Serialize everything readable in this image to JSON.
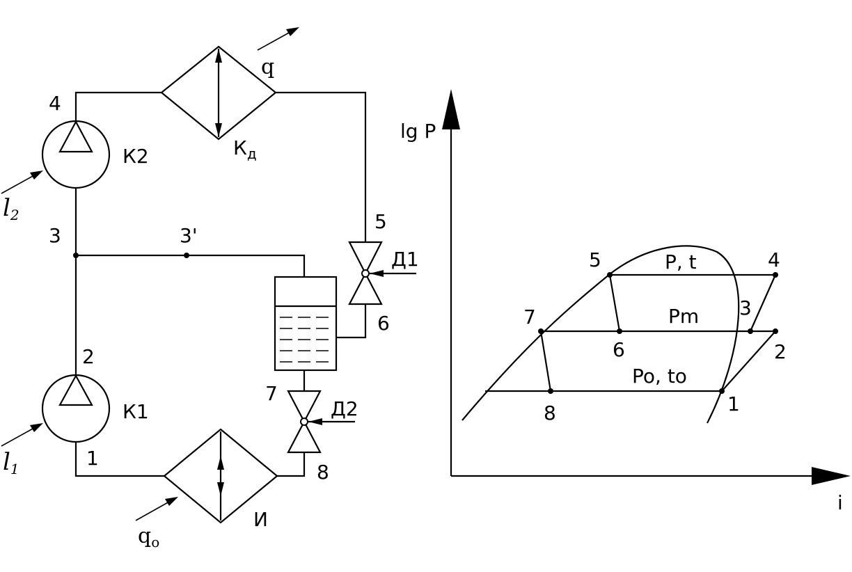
{
  "schematic": {
    "compressor_high": "К2",
    "compressor_low": "К1",
    "condenser_main": "К",
    "condenser_sub": "д",
    "evaporator": "И",
    "valve_1": "Д1",
    "valve_2": "Д2",
    "heat_out_main": "q",
    "heat_in_main": "q",
    "heat_in_sub": "o",
    "work_2_main": "l",
    "work_2_sub": "2",
    "work_1_main": "l",
    "work_1_sub": "1",
    "nodes": {
      "n1": "1",
      "n2": "2",
      "n3": "3",
      "n3p": "3'",
      "n4": "4",
      "n5": "5",
      "n6": "6",
      "n7": "7",
      "n8": "8"
    }
  },
  "ph_diagram": {
    "y_axis_label": "lg P",
    "x_axis_label": "i",
    "isobar_high": "P, t",
    "isobar_mid": "Pm",
    "isobar_low": "Po, to",
    "points": {
      "p1": "1",
      "p2": "2",
      "p3": "3",
      "p4": "4",
      "p5": "5",
      "p6": "6",
      "p7": "7",
      "p8": "8"
    }
  }
}
